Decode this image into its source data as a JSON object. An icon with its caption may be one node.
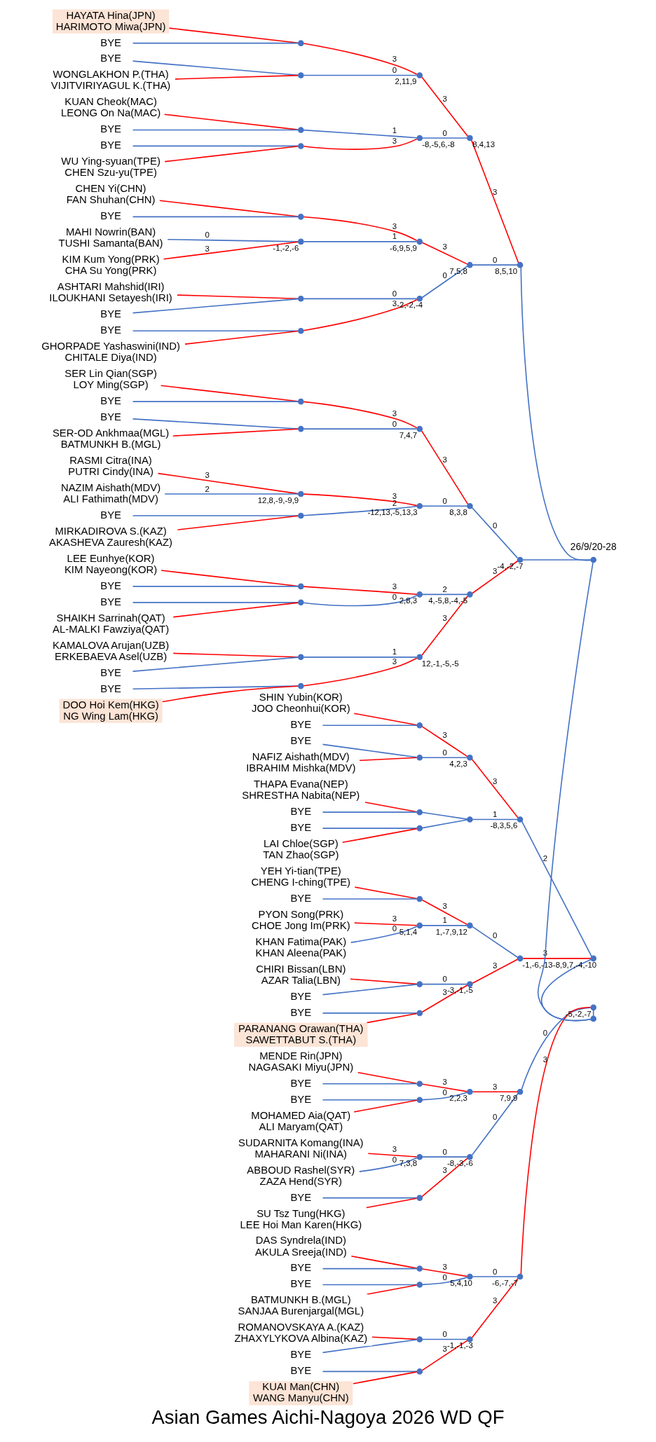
{
  "diagram": {
    "title": "Asian Games Aichi-Nagoya 2026 WD QF",
    "nodes": [
      {
        "text": [
          "HAYATA Hina(JPN)",
          "HARIMOTO Miwa(JPN)"
        ]
      },
      {
        "text": [
          "BYE"
        ]
      },
      {
        "text": [
          "BYE"
        ]
      },
      {
        "text": [
          "WONGLAKHON P.(THA)",
          "VIJITVIRIYAGUL K.(THA)"
        ]
      },
      {
        "text": [
          "KUAN Cheok(MAC)",
          "LEONG On Na(MAC)"
        ]
      },
      {
        "text": [
          "BYE"
        ]
      },
      {
        "text": [
          "BYE"
        ]
      },
      {
        "text": [
          "WU Ying-syuan(TPE)",
          "CHEN Szu-yu(TPE)"
        ]
      },
      {
        "text": [
          "CHEN Yi(CHN)",
          "FAN Shuhan(CHN)"
        ]
      },
      {
        "text": [
          "BYE"
        ]
      },
      {
        "text": [
          "MAHI Nowrin(BAN)",
          "TUSHI Samanta(BAN)"
        ]
      },
      {
        "text": [
          "KIM Kum Yong(PRK)",
          "CHA Su Yong(PRK)"
        ]
      },
      {
        "text": [
          "ASHTARI Mahshid(IRI)",
          "ILOUKHANI Setayesh(IRI)"
        ]
      },
      {
        "text": [
          "BYE"
        ]
      },
      {
        "text": [
          "BYE"
        ]
      },
      {
        "text": [
          "GHORPADE Yashaswini(IND)",
          "CHITALE Diya(IND)"
        ]
      },
      {
        "text": [
          "SER Lin Qian(SGP)",
          "LOY Ming(SGP)"
        ]
      },
      {
        "text": [
          "BYE"
        ]
      },
      {
        "text": [
          "BYE"
        ]
      },
      {
        "text": [
          "SER-OD Ankhmaa(MGL)",
          "BATMUNKH B.(MGL)"
        ]
      },
      {
        "text": [
          "RASMI Citra(INA)",
          "PUTRI Cindy(INA)"
        ]
      },
      {
        "text": [
          "NAZIM Aishath(MDV)",
          "ALI Fathimath(MDV)"
        ]
      },
      {
        "text": [
          "BYE"
        ]
      },
      {
        "text": [
          "MIRKADIROVA S.(KAZ)",
          "AKASHEVA Zauresh(KAZ)"
        ]
      },
      {
        "text": [
          "LEE Eunhye(KOR)",
          "KIM Nayeong(KOR)"
        ]
      },
      {
        "text": [
          "BYE"
        ]
      },
      {
        "text": [
          "BYE"
        ]
      },
      {
        "text": [
          "SHAIKH Sarrinah(QAT)",
          "AL-MALKI Fawziya(QAT)"
        ]
      },
      {
        "text": [
          "KAMALOVA Arujan(UZB)",
          "ERKEBAEVA Asel(UZB)"
        ]
      },
      {
        "text": [
          "BYE"
        ]
      },
      {
        "text": [
          "BYE"
        ]
      },
      {
        "text": [
          "DOO Hoi Kem(HKG)",
          "NG Wing Lam(HKG)"
        ]
      },
      {
        "text": [
          "SHIN Yubin(KOR)",
          "JOO Cheonhui(KOR)"
        ]
      },
      {
        "text": [
          "BYE"
        ]
      },
      {
        "text": [
          "BYE"
        ]
      },
      {
        "text": [
          "NAFIZ Aishath(MDV)",
          "IBRAHIM Mishka(MDV)"
        ]
      },
      {
        "text": [
          "THAPA Evana(NEP)",
          "SHRESTHA Nabita(NEP)"
        ]
      },
      {
        "text": [
          "BYE"
        ]
      },
      {
        "text": [
          "BYE"
        ]
      },
      {
        "text": [
          "LAI Chloe(SGP)",
          "TAN Zhao(SGP)"
        ]
      },
      {
        "text": [
          "YEH Yi-tian(TPE)",
          "CHENG I-ching(TPE)"
        ]
      },
      {
        "text": [
          "BYE"
        ]
      },
      {
        "text": [
          "PYON Song(PRK)",
          "CHOE Jong Im(PRK)"
        ]
      },
      {
        "text": [
          "KHAN Fatima(PAK)",
          "KHAN Aleena(PAK)"
        ]
      },
      {
        "text": [
          "CHIRI Bissan(LBN)",
          "AZAR Talia(LBN)"
        ]
      },
      {
        "text": [
          "BYE"
        ]
      },
      {
        "text": [
          "BYE"
        ]
      },
      {
        "text": [
          "PARANANG Orawan(THA)",
          "SAWETTABUT S.(THA)"
        ]
      },
      {
        "text": [
          "MENDE Rin(JPN)",
          "NAGASAKI Miyu(JPN)"
        ]
      },
      {
        "text": [
          "BYE"
        ]
      },
      {
        "text": [
          "BYE"
        ]
      },
      {
        "text": [
          "MOHAMED Aia(QAT)",
          "ALI Maryam(QAT)"
        ]
      },
      {
        "text": [
          "SUDARNITA Komang(INA)",
          "MAHARANI Ni(INA)"
        ]
      },
      {
        "text": [
          "ABBOUD Rashel(SYR)",
          "ZAZA Hend(SYR)"
        ]
      },
      {
        "text": [
          "BYE"
        ]
      },
      {
        "text": [
          "SU Tsz Tung(HKG)",
          "LEE Hoi Man Karen(HKG)"
        ]
      },
      {
        "text": [
          "DAS Syndrela(IND)",
          "AKULA Sreeja(IND)"
        ]
      },
      {
        "text": [
          "BYE"
        ]
      },
      {
        "text": [
          "BYE"
        ]
      },
      {
        "text": [
          "BATMUNKH B.(MGL)",
          "SANJAA Burenjargal(MGL)"
        ]
      },
      {
        "text": [
          "ROMANOVSKAYA A.(KAZ)",
          "ZHAXYLYKOVA Albina(KAZ)"
        ]
      },
      {
        "text": [
          "BYE"
        ]
      },
      {
        "text": [
          "BYE"
        ]
      },
      {
        "text": [
          "KUAI Man(CHN)",
          "WANG Manyu(CHN)"
        ]
      },
      {
        "text": [],
        "shape": "point"
      },
      {
        "text": [],
        "shape": "point"
      },
      {
        "text": [],
        "shape": "point"
      },
      {
        "text": [],
        "shape": "point"
      },
      {
        "text": [],
        "shape": "point"
      },
      {
        "text": [],
        "shape": "point",
        "beside": [
          "-1,-2,-6"
        ]
      },
      {
        "text": [],
        "shape": "point"
      },
      {
        "text": [],
        "shape": "point"
      },
      {
        "text": [],
        "shape": "point"
      },
      {
        "text": [],
        "shape": "point"
      },
      {
        "text": [],
        "shape": "point",
        "beside": [
          "12,8,-9,-9,9"
        ]
      },
      {
        "text": [],
        "shape": "point"
      },
      {
        "text": [],
        "shape": "point"
      },
      {
        "text": [],
        "shape": "point"
      },
      {
        "text": [],
        "shape": "point"
      },
      {
        "text": [],
        "shape": "point"
      },
      {
        "text": [],
        "shape": "point"
      },
      {
        "text": [],
        "shape": "point"
      },
      {
        "text": [],
        "shape": "point"
      },
      {
        "text": [],
        "shape": "point"
      },
      {
        "text": [],
        "shape": "point"
      },
      {
        "text": [],
        "shape": "point",
        "beside": [
          "5,1,4"
        ]
      },
      {
        "text": [],
        "shape": "point"
      },
      {
        "text": [],
        "shape": "point"
      },
      {
        "text": [],
        "shape": "point"
      },
      {
        "text": [],
        "shape": "point"
      },
      {
        "text": [],
        "shape": "point",
        "beside": [
          "7,3,8"
        ]
      },
      {
        "text": [],
        "shape": "point"
      },
      {
        "text": [],
        "shape": "point"
      },
      {
        "text": [],
        "shape": "point"
      },
      {
        "text": [],
        "shape": "point"
      },
      {
        "text": [],
        "shape": "point"
      },
      {
        "text": [],
        "shape": "point",
        "beside": [
          "2,11,9"
        ]
      },
      {
        "text": [],
        "shape": "point",
        "beside": [
          "-8,-5,6,-8"
        ]
      },
      {
        "text": [],
        "shape": "point",
        "beside": [
          "-6,9,5,9"
        ]
      },
      {
        "text": [],
        "shape": "point",
        "beside": [
          "-2,-2,-4"
        ]
      },
      {
        "text": [],
        "shape": "point",
        "beside": [
          "7,4,7"
        ]
      },
      {
        "text": [],
        "shape": "point",
        "beside": [
          "-12,13,-5,13,3"
        ]
      },
      {
        "text": [],
        "shape": "point",
        "beside": [
          "2,8,3"
        ]
      },
      {
        "text": [],
        "shape": "point",
        "beside": [
          "12,-1,-5,-5"
        ]
      },
      {
        "text": [],
        "shape": "point",
        "beside": [
          "4,2,3"
        ]
      },
      {
        "text": [],
        "shape": "point"
      },
      {
        "text": [],
        "shape": "point",
        "beside": [
          "1,-7,9,12"
        ]
      },
      {
        "text": [],
        "shape": "point",
        "beside": [
          "-3,-1,-5"
        ]
      },
      {
        "text": [],
        "shape": "point",
        "beside": [
          "2,2,3"
        ]
      },
      {
        "text": [],
        "shape": "point",
        "beside": [
          "-8,-3,-6"
        ]
      },
      {
        "text": [],
        "shape": "point",
        "beside": [
          "5,4,10"
        ]
      },
      {
        "text": [],
        "shape": "point",
        "beside": [
          "-1,-1,-3"
        ]
      },
      {
        "text": [],
        "shape": "point",
        "beside": [
          "8,4,13"
        ]
      },
      {
        "text": [],
        "shape": "point",
        "beside": [
          "7,5,8"
        ]
      },
      {
        "text": [],
        "shape": "point",
        "beside": [
          "8,3,8"
        ]
      },
      {
        "text": [],
        "shape": "point",
        "beside": [
          "4,-5,8,-4,-5"
        ]
      },
      {
        "text": [],
        "shape": "point",
        "beside": [
          "-8,3,5,6"
        ]
      },
      {
        "text": [],
        "shape": "point",
        "beside": [
          "-1,-6,-13"
        ]
      },
      {
        "text": [],
        "shape": "point",
        "beside": [
          "7,9,9"
        ]
      },
      {
        "text": [],
        "shape": "point",
        "beside": [
          "-6,-7,-7"
        ]
      },
      {
        "text": [],
        "shape": "point",
        "beside": [
          "8,5,10"
        ]
      },
      {
        "text": [],
        "shape": "point",
        "beside": [
          "-4,-2,-7"
        ]
      },
      {
        "text": [],
        "shape": "point",
        "beside": [
          "-8,9,7,-4,-10"
        ]
      },
      {
        "text": [],
        "shape": "point",
        "beside": [
          "-5,-2,-7"
        ]
      },
      {
        "text": [],
        "shape": "point"
      },
      {
        "text": [],
        "shape": "point"
      }
    ],
    "edges": [
      {
        "from": 0,
        "to": 64,
        "arrow": "none",
        "color": "#ff0000"
      },
      {
        "from": 1,
        "to": 64,
        "arrow": "none"
      },
      {
        "from": 2,
        "to": 65,
        "arrow": "none"
      },
      {
        "from": 3,
        "to": 65,
        "arrow": "none",
        "color": "#ff0000"
      },
      {
        "from": 4,
        "to": 66,
        "arrow": "none",
        "color": "#ff0000"
      },
      {
        "from": 5,
        "to": 66,
        "arrow": "none"
      },
      {
        "from": 6,
        "to": 67,
        "arrow": "none"
      },
      {
        "from": 7,
        "to": 67,
        "arrow": "none",
        "color": "#ff0000"
      },
      {
        "from": 8,
        "to": 68,
        "arrow": "none",
        "color": "#ff0000"
      },
      {
        "from": 9,
        "to": 68,
        "arrow": "none"
      },
      {
        "from": 10,
        "to": 69,
        "arrow": "none",
        "label": "0"
      },
      {
        "from": 11,
        "to": 69,
        "arrow": "none",
        "label": "3",
        "color": "#ff0000"
      },
      {
        "from": 12,
        "to": 70,
        "arrow": "none",
        "color": "#ff0000"
      },
      {
        "from": 13,
        "to": 70,
        "arrow": "none"
      },
      {
        "from": 14,
        "to": 71,
        "arrow": "none"
      },
      {
        "from": 15,
        "to": 71,
        "arrow": "none",
        "color": "#ff0000"
      },
      {
        "from": 16,
        "to": 72,
        "arrow": "none",
        "color": "#ff0000"
      },
      {
        "from": 17,
        "to": 72,
        "arrow": "none"
      },
      {
        "from": 18,
        "to": 73,
        "arrow": "none"
      },
      {
        "from": 19,
        "to": 73,
        "arrow": "none",
        "color": "#ff0000"
      },
      {
        "from": 20,
        "to": 74,
        "arrow": "none",
        "label": "3",
        "color": "#ff0000"
      },
      {
        "from": 21,
        "to": 74,
        "arrow": "none",
        "label": "2"
      },
      {
        "from": 22,
        "to": 75,
        "arrow": "none"
      },
      {
        "from": 23,
        "to": 75,
        "arrow": "none",
        "color": "#ff0000"
      },
      {
        "from": 24,
        "to": 76,
        "arrow": "none",
        "color": "#ff0000"
      },
      {
        "from": 25,
        "to": 76,
        "arrow": "none"
      },
      {
        "from": 26,
        "to": 77,
        "arrow": "none"
      },
      {
        "from": 27,
        "to": 77,
        "arrow": "none",
        "color": "#ff0000"
      },
      {
        "from": 28,
        "to": 78,
        "arrow": "none",
        "color": "#ff0000"
      },
      {
        "from": 29,
        "to": 78,
        "arrow": "none"
      },
      {
        "from": 30,
        "to": 79,
        "arrow": "none"
      },
      {
        "from": 31,
        "to": 79,
        "arrow": "none",
        "color": "#ff0000"
      },
      {
        "from": 32,
        "to": 80,
        "arrow": "none",
        "color": "#ff0000"
      },
      {
        "from": 33,
        "to": 80,
        "arrow": "none"
      },
      {
        "from": 34,
        "to": 81,
        "arrow": "none"
      },
      {
        "from": 35,
        "to": 81,
        "arrow": "none",
        "color": "#ff0000"
      },
      {
        "from": 36,
        "to": 82,
        "arrow": "none",
        "color": "#ff0000"
      },
      {
        "from": 37,
        "to": 82,
        "arrow": "none"
      },
      {
        "from": 38,
        "to": 83,
        "arrow": "none"
      },
      {
        "from": 39,
        "to": 83,
        "arrow": "none",
        "color": "#ff0000"
      },
      {
        "from": 40,
        "to": 84,
        "arrow": "none",
        "color": "#ff0000"
      },
      {
        "from": 41,
        "to": 84,
        "arrow": "none"
      },
      {
        "from": 42,
        "to": 85,
        "arrow": "none",
        "label": "3",
        "color": "#ff0000"
      },
      {
        "from": 43,
        "to": 85,
        "arrow": "none",
        "label": "0"
      },
      {
        "from": 44,
        "to": 86,
        "arrow": "none",
        "color": "#ff0000"
      },
      {
        "from": 45,
        "to": 86,
        "arrow": "none"
      },
      {
        "from": 46,
        "to": 87,
        "arrow": "none"
      },
      {
        "from": 47,
        "to": 87,
        "arrow": "none",
        "color": "#ff0000"
      },
      {
        "from": 48,
        "to": 88,
        "arrow": "none",
        "color": "#ff0000"
      },
      {
        "from": 49,
        "to": 88,
        "arrow": "none"
      },
      {
        "from": 50,
        "to": 89,
        "arrow": "none"
      },
      {
        "from": 51,
        "to": 89,
        "arrow": "none",
        "color": "#ff0000"
      },
      {
        "from": 52,
        "to": 90,
        "arrow": "none",
        "label": "3",
        "color": "#ff0000"
      },
      {
        "from": 53,
        "to": 90,
        "arrow": "none",
        "label": "0"
      },
      {
        "from": 54,
        "to": 91,
        "arrow": "none"
      },
      {
        "from": 55,
        "to": 91,
        "arrow": "none",
        "color": "#ff0000"
      },
      {
        "from": 56,
        "to": 92,
        "arrow": "none",
        "color": "#ff0000"
      },
      {
        "from": 57,
        "to": 92,
        "arrow": "none"
      },
      {
        "from": 58,
        "to": 93,
        "arrow": "none"
      },
      {
        "from": 59,
        "to": 93,
        "arrow": "none",
        "color": "#ff0000"
      },
      {
        "from": 60,
        "to": 94,
        "arrow": "none",
        "color": "#ff0000"
      },
      {
        "from": 61,
        "to": 94,
        "arrow": "none"
      },
      {
        "from": 62,
        "to": 95,
        "arrow": "none"
      },
      {
        "from": 63,
        "to": 95,
        "arrow": "none",
        "color": "#ff0000"
      },
      {
        "from": 64,
        "to": 96,
        "arrow": "none",
        "label": "3",
        "color": "#ff0000"
      },
      {
        "from": 65,
        "to": 96,
        "arrow": "none",
        "label": "0"
      },
      {
        "from": 66,
        "to": 97,
        "arrow": "none",
        "label": "1"
      },
      {
        "from": 67,
        "to": 97,
        "arrow": "none",
        "label": "3",
        "color": "#ff0000"
      },
      {
        "from": 68,
        "to": 98,
        "arrow": "none",
        "label": "3",
        "color": "#ff0000"
      },
      {
        "from": 69,
        "to": 98,
        "arrow": "none",
        "label": "1"
      },
      {
        "from": 70,
        "to": 99,
        "arrow": "none",
        "label": "0"
      },
      {
        "from": 71,
        "to": 99,
        "arrow": "none",
        "label": "3",
        "color": "#ff0000"
      },
      {
        "from": 72,
        "to": 100,
        "arrow": "none",
        "label": "3",
        "color": "#ff0000"
      },
      {
        "from": 73,
        "to": 100,
        "arrow": "none",
        "label": "0"
      },
      {
        "from": 74,
        "to": 101,
        "arrow": "none",
        "label": "3",
        "color": "#ff0000"
      },
      {
        "from": 75,
        "to": 101,
        "arrow": "none",
        "label": "2"
      },
      {
        "from": 76,
        "to": 102,
        "arrow": "none",
        "label": "3",
        "color": "#ff0000"
      },
      {
        "from": 77,
        "to": 102,
        "arrow": "none",
        "label": "0"
      },
      {
        "from": 78,
        "to": 103,
        "arrow": "none",
        "label": "1"
      },
      {
        "from": 79,
        "to": 103,
        "arrow": "none",
        "label": "3",
        "color": "#ff0000"
      },
      {
        "from": 80,
        "to": 104,
        "arrow": "none",
        "label": "3",
        "color": "#ff0000"
      },
      {
        "from": 81,
        "to": 104,
        "arrow": "none",
        "label": "0"
      },
      {
        "from": 82,
        "to": 105,
        "arrow": "none"
      },
      {
        "from": 83,
        "to": 105,
        "arrow": "none"
      },
      {
        "from": 84,
        "to": 106,
        "arrow": "none",
        "label": "3",
        "color": "#ff0000"
      },
      {
        "from": 85,
        "to": 106,
        "arrow": "none",
        "label": "1"
      },
      {
        "from": 86,
        "to": 107,
        "arrow": "none",
        "label": "0"
      },
      {
        "from": 87,
        "to": 107,
        "arrow": "none",
        "label": "3",
        "color": "#ff0000"
      },
      {
        "from": 88,
        "to": 108,
        "arrow": "none",
        "label": "3",
        "color": "#ff0000"
      },
      {
        "from": 89,
        "to": 108,
        "arrow": "none",
        "label": "0"
      },
      {
        "from": 90,
        "to": 109,
        "arrow": "none",
        "label": "0"
      },
      {
        "from": 91,
        "to": 109,
        "arrow": "none",
        "label": "3",
        "color": "#ff0000"
      },
      {
        "from": 92,
        "to": 110,
        "arrow": "none",
        "label": "3",
        "color": "#ff0000"
      },
      {
        "from": 93,
        "to": 110,
        "arrow": "none",
        "label": "0"
      },
      {
        "from": 94,
        "to": 111,
        "arrow": "none",
        "label": "0"
      },
      {
        "from": 95,
        "to": 111,
        "arrow": "none",
        "label": "3",
        "color": "#ff0000"
      },
      {
        "from": 96,
        "to": 112,
        "arrow": "none",
        "label": "3",
        "color": "#ff0000"
      },
      {
        "from": 97,
        "to": 112,
        "arrow": "none",
        "label": "0"
      },
      {
        "from": 98,
        "to": 113,
        "arrow": "none",
        "label": "3",
        "color": "#ff0000"
      },
      {
        "from": 99,
        "to": 113,
        "arrow": "none",
        "label": "0"
      },
      {
        "from": 100,
        "to": 114,
        "arrow": "none",
        "label": "3",
        "color": "#ff0000"
      },
      {
        "from": 101,
        "to": 114,
        "arrow": "none",
        "label": "0"
      },
      {
        "from": 102,
        "to": 115,
        "arrow": "none",
        "label": "2"
      },
      {
        "from": 103,
        "to": 115,
        "arrow": "none",
        "label": "3",
        "color": "#ff0000"
      },
      {
        "from": 104,
        "to": 116,
        "arrow": "none",
        "label": "3",
        "color": "#ff0000"
      },
      {
        "from": 105,
        "to": 116,
        "arrow": "none",
        "label": "1"
      },
      {
        "from": 106,
        "to": 117,
        "arrow": "none",
        "label": "0"
      },
      {
        "from": 107,
        "to": 117,
        "arrow": "none",
        "label": "3",
        "color": "#ff0000"
      },
      {
        "from": 108,
        "to": 118,
        "arrow": "none",
        "label": "3",
        "color": "#ff0000"
      },
      {
        "from": 109,
        "to": 118,
        "arrow": "none",
        "label": "0"
      },
      {
        "from": 110,
        "to": 119,
        "arrow": "none",
        "label": "0"
      },
      {
        "from": 111,
        "to": 119,
        "arrow": "none",
        "label": "3",
        "color": "#ff0000"
      },
      {
        "from": 112,
        "to": 120,
        "arrow": "none",
        "label": "3",
        "color": "#ff0000"
      },
      {
        "from": 113,
        "to": 120,
        "arrow": "none",
        "label": "0"
      },
      {
        "from": 114,
        "to": 121,
        "arrow": "none",
        "label": "0"
      },
      {
        "from": 115,
        "to": 121,
        "arrow": "none",
        "label": "3",
        "color": "#ff0000"
      },
      {
        "from": 116,
        "to": 122,
        "arrow": "none",
        "label": "2"
      },
      {
        "from": 117,
        "to": 122,
        "arrow": "none",
        "label": "3",
        "color": "#ff0000"
      },
      {
        "from": 118,
        "to": 123,
        "arrow": "none",
        "label": "0"
      },
      {
        "from": 119,
        "to": 123,
        "arrow": "none",
        "label": "3",
        "color": "#ff0000"
      },
      {
        "from": 120,
        "to": 124,
        "arrow": "none"
      },
      {
        "from": 121,
        "to": 124,
        "arrow": "none"
      },
      {
        "from": 122,
        "to": 125,
        "arrow": "none"
      },
      {
        "from": 123,
        "to": 125,
        "arrow": "none"
      },
      {
        "from": 124,
        "to": 125,
        "arrow": "none"
      }
    ],
    "labels": [
      "26/9/20-28"
    ]
  }
}
